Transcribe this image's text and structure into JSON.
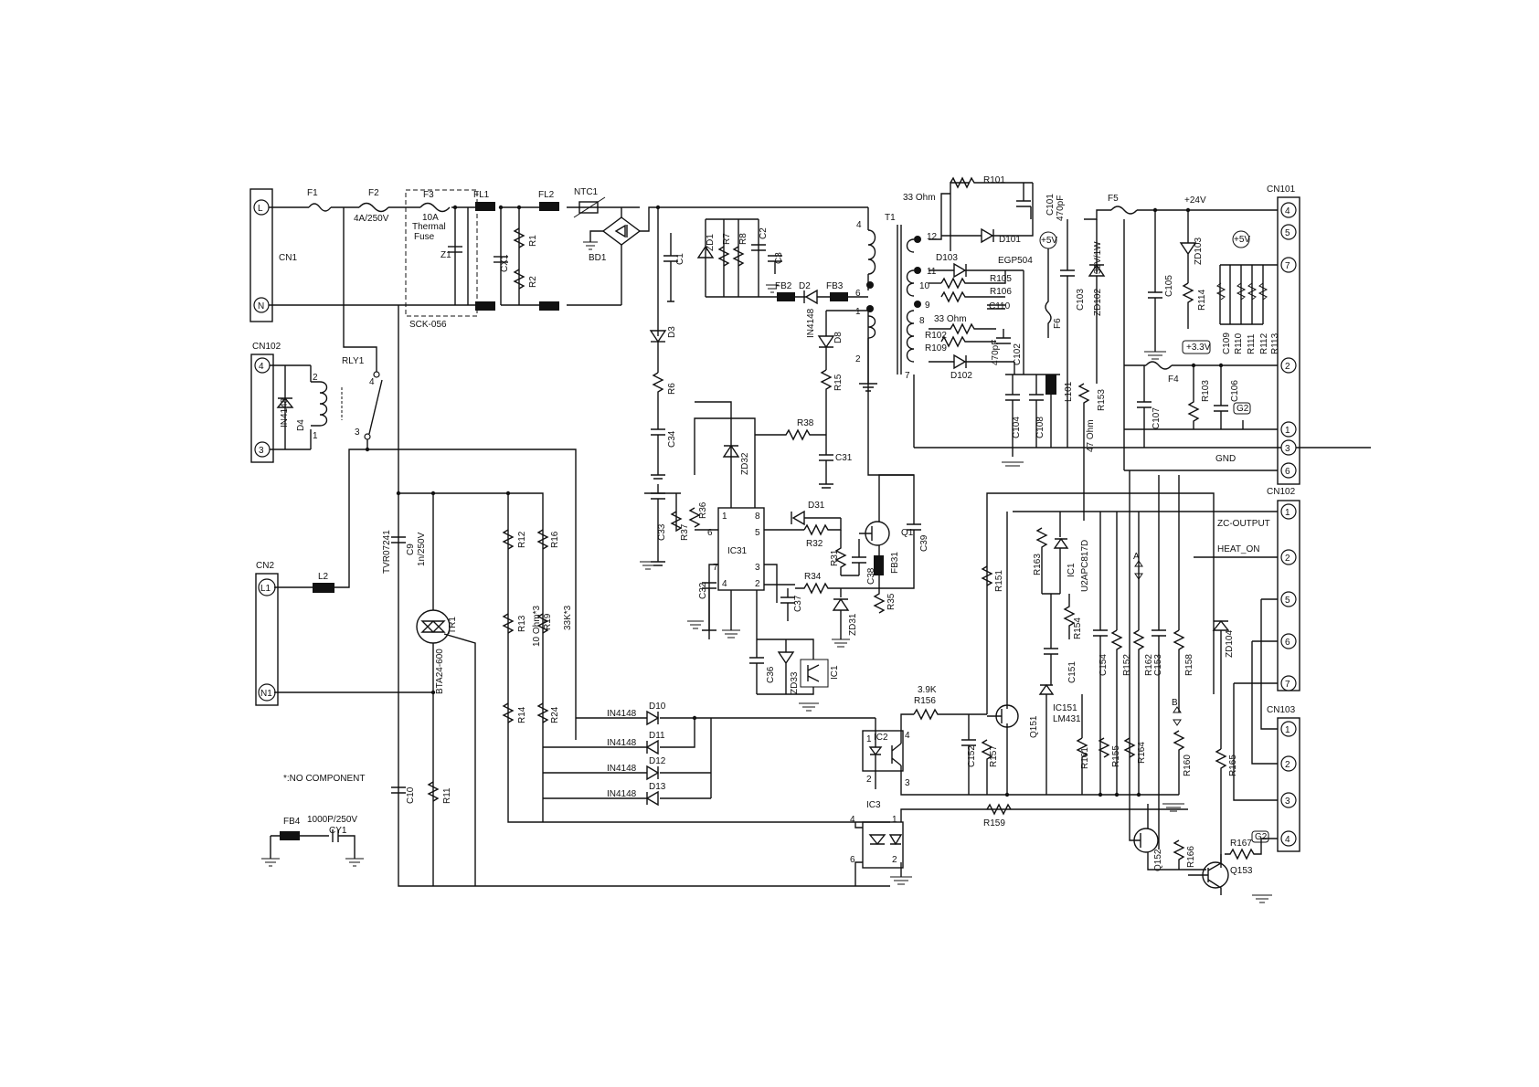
{
  "notes": {
    "no_component": "*:NO COMPONENT"
  },
  "connectors": {
    "CN1": {
      "name": "CN1",
      "pins": [
        "L",
        "N"
      ]
    },
    "CN2": {
      "name": "CN2",
      "pins": [
        "L1",
        "N1"
      ]
    },
    "CN102_left": {
      "name": "CN102",
      "pins": [
        "4",
        "3"
      ]
    },
    "CN101": {
      "name": "CN101",
      "pins": [
        "4",
        "5",
        "7",
        "2",
        "1",
        "3",
        "6"
      ]
    },
    "CN102_right": {
      "name": "CN102",
      "pins": [
        "1",
        "2",
        "5",
        "6",
        "7"
      ]
    },
    "CN103": {
      "name": "CN103",
      "pins": [
        "1",
        "2",
        "3",
        "4"
      ]
    }
  },
  "net_labels": {
    "plus24": "+24V",
    "gnd": "GND",
    "zc": "ZC-OUTPUT",
    "heat": "HEAT_ON",
    "v5a": "+5V",
    "v5b": "+5V",
    "v33": "+3.3V",
    "g2a": "G2",
    "g2b": "G2",
    "a_mark": "A",
    "b_mark": "B"
  },
  "components": {
    "F1": "F1",
    "F2": "F2",
    "F2_val": "4A/250V",
    "F3": "F3",
    "F3_val": "10A",
    "F3_sub1": "Thermal",
    "F3_sub2": "Fuse",
    "Z1": "Z1",
    "FL1": "FL1",
    "FL2": "FL2",
    "CX1": "CX1",
    "R1": "R1",
    "R2": "R2",
    "NTC1": "NTC1",
    "BD1": "BD1",
    "SCK": "SCK-056",
    "RLY1": "RLY1",
    "IN4148_d4": "IN4148",
    "D4": "D4",
    "relay_p1": "1",
    "relay_p2": "2",
    "relay_p3": "3",
    "relay_p4": "4",
    "C1": "C1",
    "ZD1": "ZD1",
    "R7": "R7",
    "R8": "R8",
    "C2": "C2",
    "C3": "C3",
    "FB2": "FB2",
    "D2": "D2",
    "FB3": "FB3",
    "D3": "D3",
    "R6": "R6",
    "C34": "C34",
    "C33": "C33",
    "R37": "R37",
    "R36": "R36",
    "ZD32": "ZD32",
    "IC31": "IC31",
    "C32": "C32",
    "R38": "R38",
    "C31": "C31",
    "IN4148_d8": "IN4148",
    "D8": "D8",
    "R15": "R15",
    "D31": "D31",
    "R32": "R32",
    "R31": "R31",
    "C38": "C38",
    "FB31": "FB31",
    "Q1": "Q1",
    "C39": "C39",
    "R34": "R34",
    "ZD31": "ZD31",
    "R35": "R35",
    "C37": "C37",
    "C36": "C36",
    "ZD33": "ZD33",
    "IC1": "IC1",
    "ic31_p1": "1",
    "ic31_p2": "2",
    "ic31_p3": "3",
    "ic31_p4": "4",
    "ic31_p5": "5",
    "ic31_p6": "6",
    "ic31_p7": "7",
    "ic31_p8": "8",
    "T1": "T1",
    "t1_4": "4",
    "t1_6": "6",
    "t1_1": "1",
    "t1_2": "2",
    "t1_12": "12",
    "t1_11": "11",
    "t1_10": "10",
    "t1_9": "9",
    "t1_8": "8",
    "t1_7": "7",
    "R101": "R101",
    "ohm33a": "33 Ohm",
    "C101": "C101",
    "pF470a": "470pF",
    "D101": "D101",
    "D103": "D103",
    "EGP504": "EGP504",
    "R105": "R105",
    "R106": "R106",
    "C110": "C110",
    "ohm33b": "33 Ohm",
    "R102": "R102",
    "R109": "R109",
    "pF470b": "470pF",
    "C102": "C102",
    "D102": "D102",
    "F6": "F6",
    "C103": "C103",
    "ZD102": "ZD102",
    "zd102_val": "30V/1W",
    "C104": "C104",
    "C108": "C108",
    "L101": "L101",
    "R153": "R153",
    "ohm47": "47 Ohm",
    "F5": "F5",
    "C105": "C105",
    "ZD103": "ZD103",
    "R114": "R114",
    "C109": "C109",
    "R110": "R110",
    "R111": "R111",
    "R112": "R112",
    "R113": "R113",
    "F4": "F4",
    "R103": "R103",
    "C106": "C106",
    "C107": "C107",
    "TVR": "TVR07241",
    "C9": "C9",
    "C9_val": "1n/250V",
    "L2": "L2",
    "TR1": "TR1",
    "BTA": "BTA24-600",
    "R12": "R12",
    "R16": "R16",
    "R13": "R13",
    "R19": "R19",
    "r19_v1": "10 Ohm*3",
    "r19_v2": "33K*3",
    "R14": "R14",
    "R24": "R24",
    "C10": "C10",
    "R11": "R11",
    "D10": "D10",
    "D11": "D11",
    "D12": "D12",
    "D13": "D13",
    "in10": "IN4148",
    "in11": "IN4148",
    "in12": "IN4148",
    "in13": "IN4148",
    "IC2": "IC2",
    "ic2_1": "1",
    "ic2_2": "2",
    "ic2_3": "3",
    "ic2_4": "4",
    "IC3": "IC3",
    "ic3_4": "4",
    "ic3_6": "6",
    "ic3_1": "1",
    "ic3_2": "2",
    "R156": "R156",
    "k39": "3.9K",
    "R151": "R151",
    "C152": "C152",
    "R157": "R157",
    "Q151": "Q151",
    "R159": "R159",
    "R163": "R163",
    "IC1_b": "IC1",
    "U2APC": "U2APC817D",
    "R154": "R154",
    "C151": "C151",
    "IC151": "IC151",
    "LM431": "LM431",
    "C154": "C154",
    "R152": "R152",
    "R161": "R161",
    "R155": "R155",
    "R162": "R162",
    "C153": "C153",
    "R158": "R158",
    "R164": "R164",
    "R160": "R160",
    "ZD104": "ZD104",
    "R165": "R165",
    "Q152": "Q152",
    "R166": "R166",
    "R167": "R167",
    "Q153": "Q153",
    "FB4": "FB4",
    "CY1_val": "1000P/250V",
    "CY1": "CY1"
  }
}
